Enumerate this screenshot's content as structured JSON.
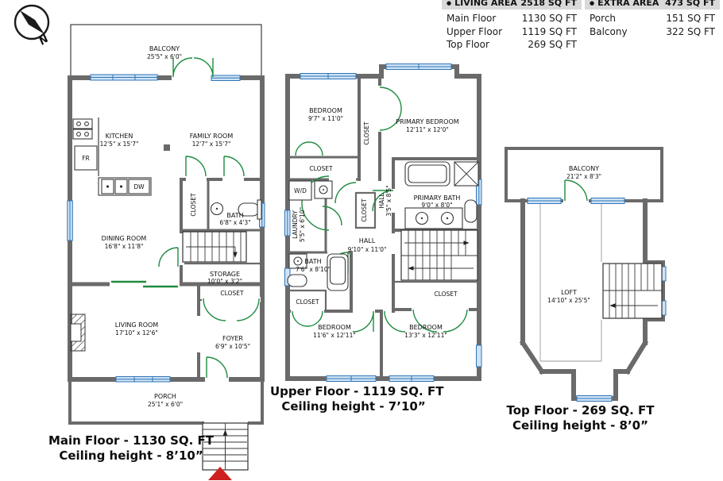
{
  "compass": {
    "label": "N"
  },
  "area_table": {
    "living": {
      "bullet": "●",
      "label": "LIVING AREA",
      "total": "2518 SQ FT",
      "rows": [
        {
          "name": "Main Floor",
          "value": "1130 SQ FT"
        },
        {
          "name": "Upper Floor",
          "value": "1119 SQ FT"
        },
        {
          "name": "Top Floor",
          "value": "269 SQ FT"
        }
      ]
    },
    "extra": {
      "bullet": "●",
      "label": "EXTRA AREA",
      "total": "473 SQ FT",
      "rows": [
        {
          "name": "Porch",
          "value": "151 SQ FT"
        },
        {
          "name": "Balcony",
          "value": "322 SQ FT"
        }
      ]
    }
  },
  "main_floor": {
    "title": "Main Floor - 1130 SQ. FT",
    "ceiling": "Ceiling height - 8’10”",
    "balcony_name": "BALCONY",
    "balcony_dims": "25'5\" x 6'0\"",
    "kitchen_name": "KITCHEN",
    "kitchen_dims": "12'5\" x 15'7\"",
    "family_name": "FAMILY ROOM",
    "family_dims": "12'7\" x 15'7\"",
    "fridge": "FR",
    "dishwasher": "DW",
    "dining_name": "DINING ROOM",
    "dining_dims": "16'8\" x 11'8\"",
    "closet1": "CLOSET",
    "bath_name": "BATH",
    "bath_dims": "6'8\" x 4'3\"",
    "storage_name": "STORAGE",
    "storage_dims": "10'0\" x 3'2\"",
    "closet2": "CLOSET",
    "living_name": "LIVING ROOM",
    "living_dims": "17'10\" x 12'6\"",
    "foyer_name": "FOYER",
    "foyer_dims": "6'9\" x 10'5\"",
    "porch_name": "PORCH",
    "porch_dims": "25'1\" x 6'0\""
  },
  "upper_floor": {
    "title": "Upper Floor - 1119 SQ. FT",
    "ceiling": "Ceiling height - 7’10”",
    "bedroom1_name": "BEDROOM",
    "bedroom1_dims": "9'7\" x 11'0\"",
    "closet_mid": "CLOSET",
    "primary_bedroom_name": "PRIMARY BEDROOM",
    "primary_bedroom_dims": "12'11\" x 12'0\"",
    "closet_left": "CLOSET",
    "wd": "W/D",
    "laundry_name": "LAUNDRY",
    "laundry_dims": "5'5\" x 6'10\"",
    "closet_center": "CLOSET",
    "hall_small_name": "HALL",
    "hall_small_dims": "3'5\" x 8'5\"",
    "primary_bath_name": "PRIMARY BATH",
    "primary_bath_dims": "9'0\" x 8'0\"",
    "hall_name": "HALL",
    "hall_dims": "9'10\" x 11'0\"",
    "bath_name": "BATH",
    "bath_dims": "7'6\" x 8'10\"",
    "closet_bl": "CLOSET",
    "closet_br": "CLOSET",
    "bedroom2_name": "BEDROOM",
    "bedroom2_dims": "11'6\" x 12'11\"",
    "bedroom3_name": "BEDROOM",
    "bedroom3_dims": "13'3\" x 12'11\""
  },
  "top_floor": {
    "title": "Top Floor - 269 SQ. FT",
    "ceiling": "Ceiling height - 8’0”",
    "balcony_name": "BALCONY",
    "balcony_dims": "21'2\" x 8'3\"",
    "loft_name": "LOFT",
    "loft_dims": "14'10\" x 25'5\""
  },
  "colors": {
    "wall": "#6a6a6a",
    "window": "#2e74b5",
    "window_fill": "#cfe3f6",
    "door": "#1e8c40",
    "entry_arrow": "#cf2020",
    "table_header_bg": "#d9d9d9"
  }
}
